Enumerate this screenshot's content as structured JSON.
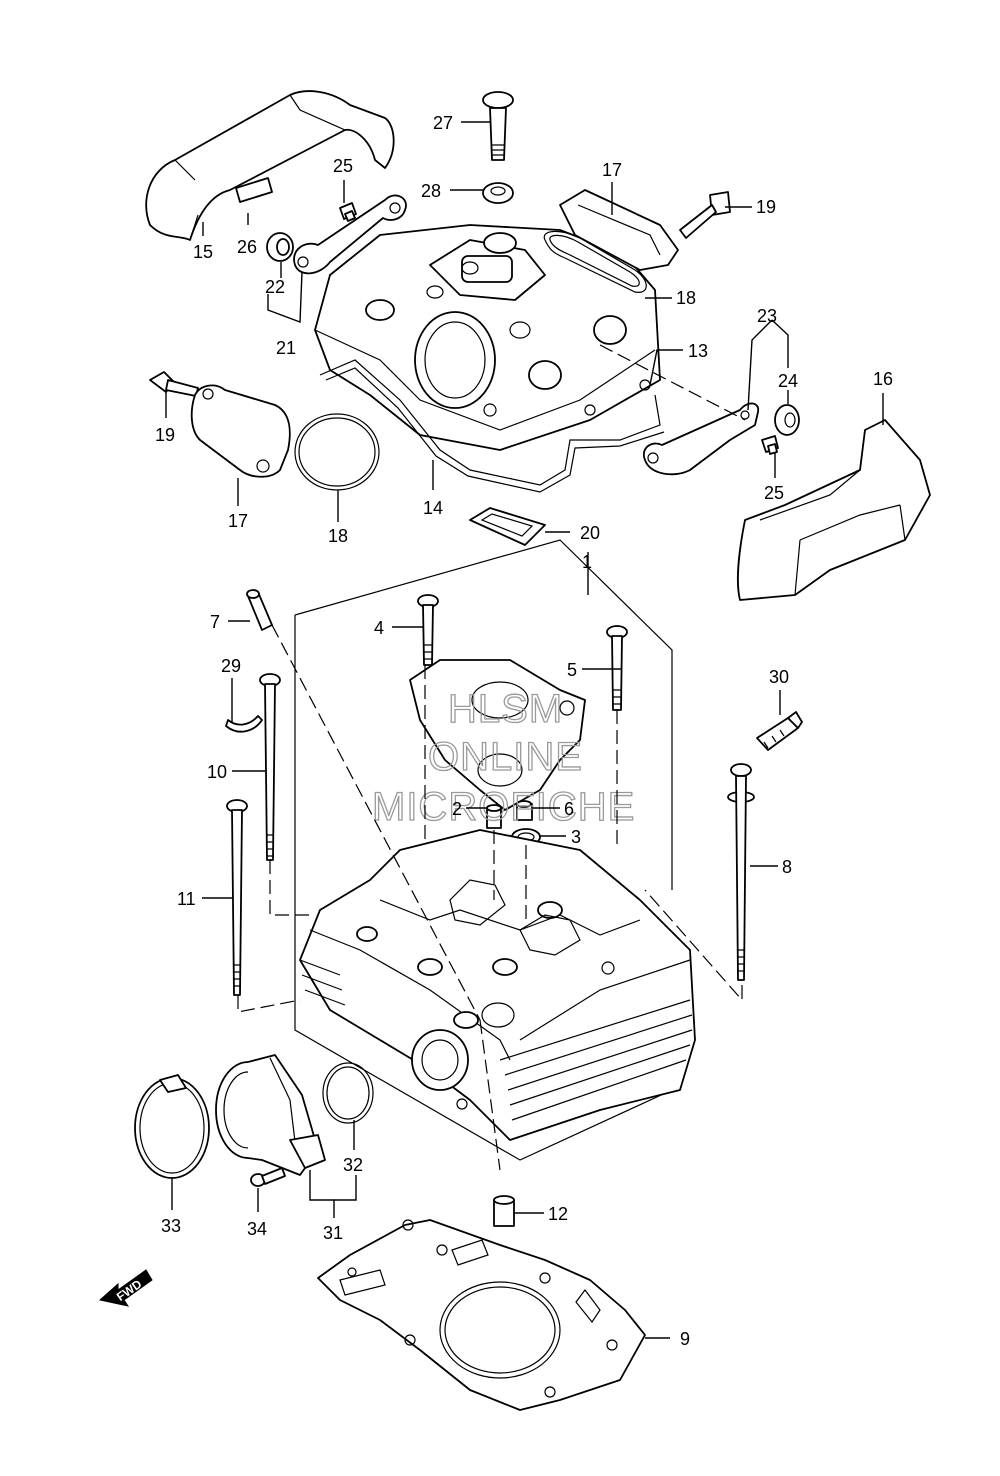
{
  "watermark": [
    "HLSM",
    "ONLINE",
    "MICROFICHE"
  ],
  "direction_label": "FWD",
  "callouts": {
    "c1": "1",
    "c2": "2",
    "c3": "3",
    "c4": "4",
    "c5": "5",
    "c6": "6",
    "c7": "7",
    "c8": "8",
    "c9": "9",
    "c10": "10",
    "c11": "11",
    "c12": "12",
    "c13": "13",
    "c14": "14",
    "c15": "15",
    "c16": "16",
    "c17a": "17",
    "c17b": "17",
    "c18a": "18",
    "c18b": "18",
    "c19a": "19",
    "c19b": "19",
    "c20": "20",
    "c21": "21",
    "c22": "22",
    "c23": "23",
    "c24": "24",
    "c25a": "25",
    "c25b": "25",
    "c26": "26",
    "c27": "27",
    "c28": "28",
    "c29": "29",
    "c30": "30",
    "c31": "31",
    "c32": "32",
    "c33": "33",
    "c34": "34"
  }
}
